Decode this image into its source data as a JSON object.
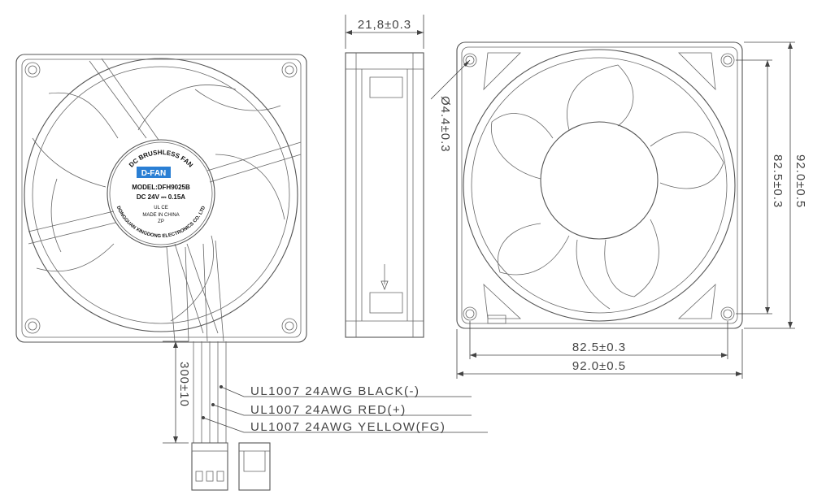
{
  "label": {
    "arc_top": "DC BRUSHLESS FAN",
    "brand": "D-FAN",
    "model": "MODEL:DFH9025B",
    "rating": "DC  24V ⎓ 0.15A",
    "cert": "UL  CE",
    "origin": "MADE IN CHINA",
    "code": "ZP",
    "arc_bottom": "DONGGUAN XINGDONG ELECTRONICS CO. LTD"
  },
  "dimensions": {
    "depth": "21,8±0.3",
    "hole": "Ø4.4±0.3",
    "hole_spacing_h": "82.5±0.3",
    "width_h": "92.0±0.5",
    "hole_spacing_v": "82.5±0.3",
    "height_v": "92.0±0.5",
    "lead_length": "300±10"
  },
  "wires": [
    "UL1007 24AWG BLACK(-)",
    "UL1007 24AWG RED(+)",
    "UL1007 24AWG YELLOW(FG)"
  ],
  "colors": {
    "line": "#555555",
    "text": "#444444",
    "background": "#ffffff"
  }
}
